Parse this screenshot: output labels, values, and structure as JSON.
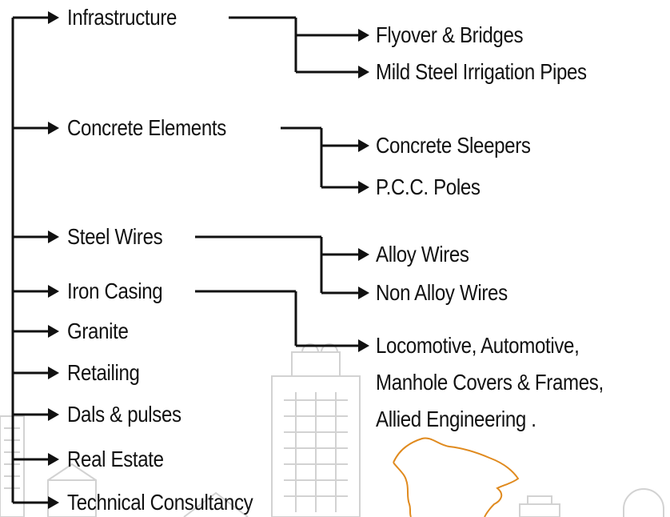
{
  "diagram": {
    "categories": [
      {
        "label": "Infrastructure",
        "children": [
          "Flyover & Bridges",
          "Mild Steel Irrigation Pipes"
        ]
      },
      {
        "label": "Concrete Elements",
        "children": [
          "Concrete Sleepers",
          "P.C.C. Poles"
        ]
      },
      {
        "label": "Steel Wires",
        "children": [
          "Alloy Wires",
          "Non Alloy Wires"
        ]
      },
      {
        "label": "Iron Casing",
        "children": [
          "Locomotive, Automotive,",
          "Manhole Covers & Frames,",
          "Allied Engineering ."
        ]
      },
      {
        "label": "Granite",
        "children": []
      },
      {
        "label": "Retailing",
        "children": []
      },
      {
        "label": "Dals & pulses",
        "children": []
      },
      {
        "label": "Real Estate",
        "children": []
      },
      {
        "label": "Technical Consultancy",
        "children": []
      }
    ]
  },
  "colors": {
    "line": "#111111",
    "text": "#111111",
    "background_art": "#cfcfcf",
    "map_outline": "#e08a1e"
  },
  "icons": [
    "city-skyline-background",
    "map-outline"
  ]
}
